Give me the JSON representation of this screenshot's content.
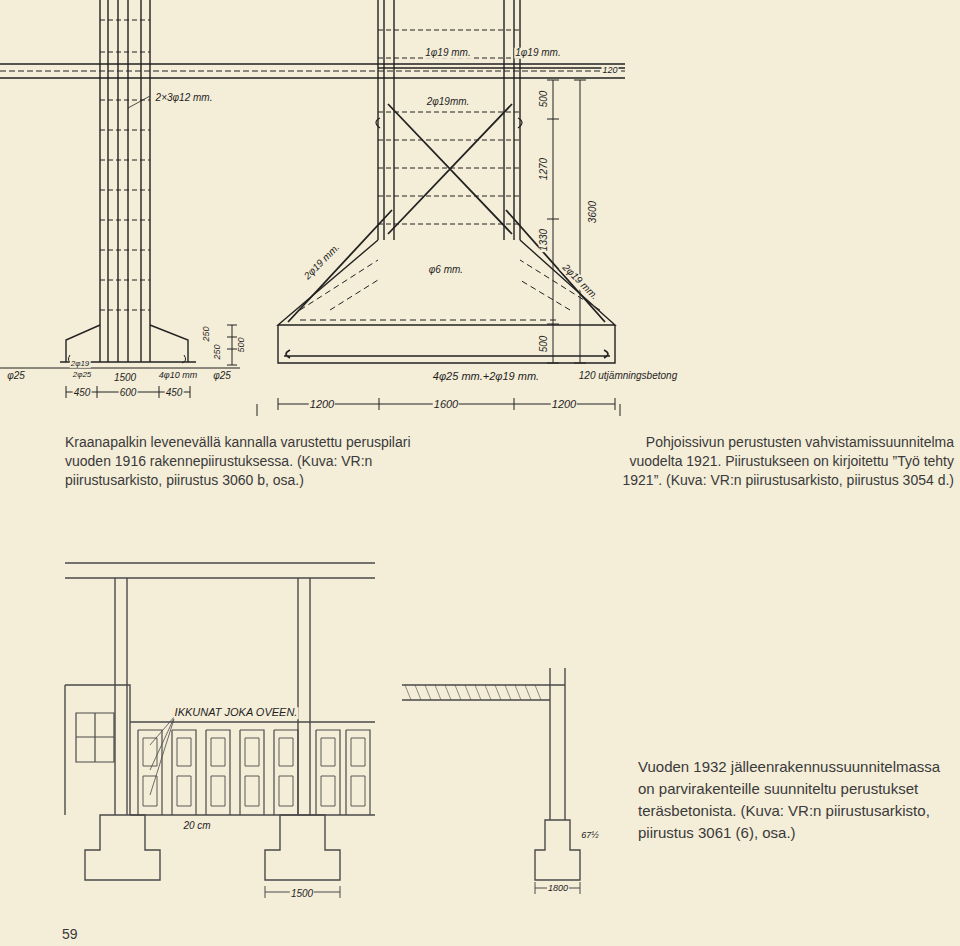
{
  "diagram": {
    "labels": [
      "2×3φ12 mm.",
      "φ25",
      "2φ19",
      "2φ25",
      "1500",
      "4φ10 mm",
      "φ25",
      "450",
      "600",
      "450",
      "250",
      "250",
      "500",
      "1φ19 mm.",
      "1φ19 mm.",
      "120",
      "2φ19mm.",
      "500",
      "1270",
      "3600",
      "1330",
      "2φ19 mm.",
      "φ6 mm.",
      "2φ19 mm.",
      "500",
      "4φ25 mm.+2φ19 mm.",
      "120 utjämningsbetong",
      "1200",
      "1600",
      "1200",
      "Kraanapalkin levenevällä kannalla varustettu peruspilari vuoden 1916 rakennepiirustuksessa. (Kuva: VR:n piirustusarkisto, piirustus 3060 b, osa.)",
      "Pohjoissivun perustusten vahvistamissuunnitelma vuodelta 1921. Piirustukseen on kirjoitettu ”Työ tehty 1921”. (Kuva: VR:n piirustusarkisto, piirustus 3054 d.)",
      "IKKUNAT JOKA OVEEN.",
      "20 cm",
      "1500",
      "67½",
      "1800",
      "Vuoden 1932 jälleenrakennussuunnitelmassa on parvirakenteille suunniteltu perustukset teräsbetonista. (Kuva: VR:n piirustusarkisto, piirustus 3061 (6), osa.)",
      "59"
    ]
  }
}
